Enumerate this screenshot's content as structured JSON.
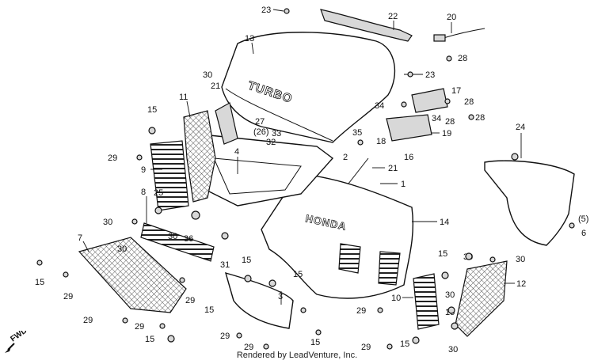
{
  "footer": {
    "rendered_by": "Rendered by LeadVenture, Inc."
  },
  "fwd_label": "FWD",
  "embossed": {
    "turbo": "TURBO",
    "honda": "HONDA"
  },
  "callouts": {
    "c1": "1",
    "c2": "2",
    "c3": "3",
    "c4": "4",
    "c5": "(5)",
    "c6": "6",
    "c7": "7",
    "c8": "8",
    "c9": "9",
    "c10": "10",
    "c11": "11",
    "c12": "12",
    "c13": "13",
    "c14": "14",
    "c15a": "15",
    "c15b": "15",
    "c15c": "15",
    "c15d": "15",
    "c15e": "15",
    "c15f": "15",
    "c15g": "15",
    "c15h": "15",
    "c15i": "15",
    "c15j": "15",
    "c16": "16",
    "c17": "17",
    "c18": "18",
    "c19": "19",
    "c20": "20",
    "c21a": "21",
    "c21b": "21",
    "c22": "22",
    "c23a": "23",
    "c23b": "23",
    "c24": "24",
    "c25": "25",
    "c26": "(26)",
    "c27": "27",
    "c28a": "28",
    "c28b": "28",
    "c28c": "28",
    "c28d": "28",
    "c29a": "29",
    "c29b": "29",
    "c29c": "29",
    "c29d": "29",
    "c29e": "29",
    "c29f": "29",
    "c29g": "29",
    "c29h": "29",
    "c29i": "29",
    "c30a": "30",
    "c30b": "30",
    "c30c": "30",
    "c30d": "30",
    "c30e": "30",
    "c30f": "30",
    "c30g": "30",
    "c30h": "30",
    "c31": "31",
    "c32": "32",
    "c33": "33",
    "c34a": "34",
    "c34b": "34",
    "c35": "35",
    "c36": "36"
  }
}
